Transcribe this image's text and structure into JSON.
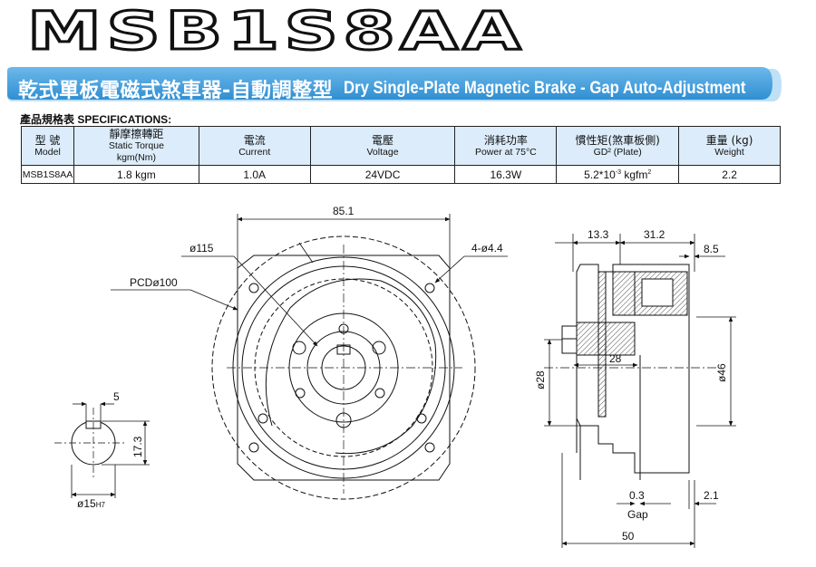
{
  "title": "MSB1S8AA",
  "banner": {
    "cn": "乾式單板電磁式煞車器-自動調整型",
    "en": "Dry Single-Plate Magnetic Brake - Gap Auto-Adjustment"
  },
  "spec_heading": {
    "cn": "產品規格表",
    "en": "SPECIFICATIONS:"
  },
  "table": {
    "headers": [
      {
        "cn": "型 號",
        "en": "Model",
        "en2": ""
      },
      {
        "cn": "靜摩擦轉距",
        "en": "Static Torque",
        "en2": "kgm(Nm)"
      },
      {
        "cn": "電流",
        "en": "Current",
        "en2": ""
      },
      {
        "cn": "電壓",
        "en": "Voltage",
        "en2": ""
      },
      {
        "cn": "消耗功率",
        "en": "Power at 75°C",
        "en2": ""
      },
      {
        "cn": "慣性矩(煞車板側)",
        "en": "GD² (Plate)",
        "en2": ""
      },
      {
        "cn": "重量 (kg)",
        "en": "Weight",
        "en2": ""
      }
    ],
    "row": {
      "model": "MSB1S8AA",
      "torque": "1.8 kgm",
      "current": "1.0A",
      "voltage": "24VDC",
      "power": "16.3W",
      "inertia": "5.2*10-3 kgfm2",
      "inertia_base": "5.2*10",
      "inertia_exp": "-3",
      "inertia_unit": "kgfm",
      "inertia_unit_exp": "2",
      "weight": "2.2"
    }
  },
  "dimensions": {
    "width_85": "85.1",
    "dia_115": "ø115",
    "holes": "4-ø4.4",
    "pcd": "PCDø100",
    "key_5": "5",
    "key_17": "17.3",
    "bore": "ø15",
    "bore_fit": "H7",
    "d13": "13.3",
    "d31": "31.2",
    "d8": "8.5",
    "d28": "28",
    "dia28": "ø28",
    "dia46": "ø46",
    "gap_val": "0.3",
    "gap_label": "Gap",
    "d2": "2.1",
    "d50": "50"
  },
  "colors": {
    "banner_blue": "#3a9ad9",
    "banner_light": "#bfe0f7",
    "header_fill": "#dcecfa"
  }
}
